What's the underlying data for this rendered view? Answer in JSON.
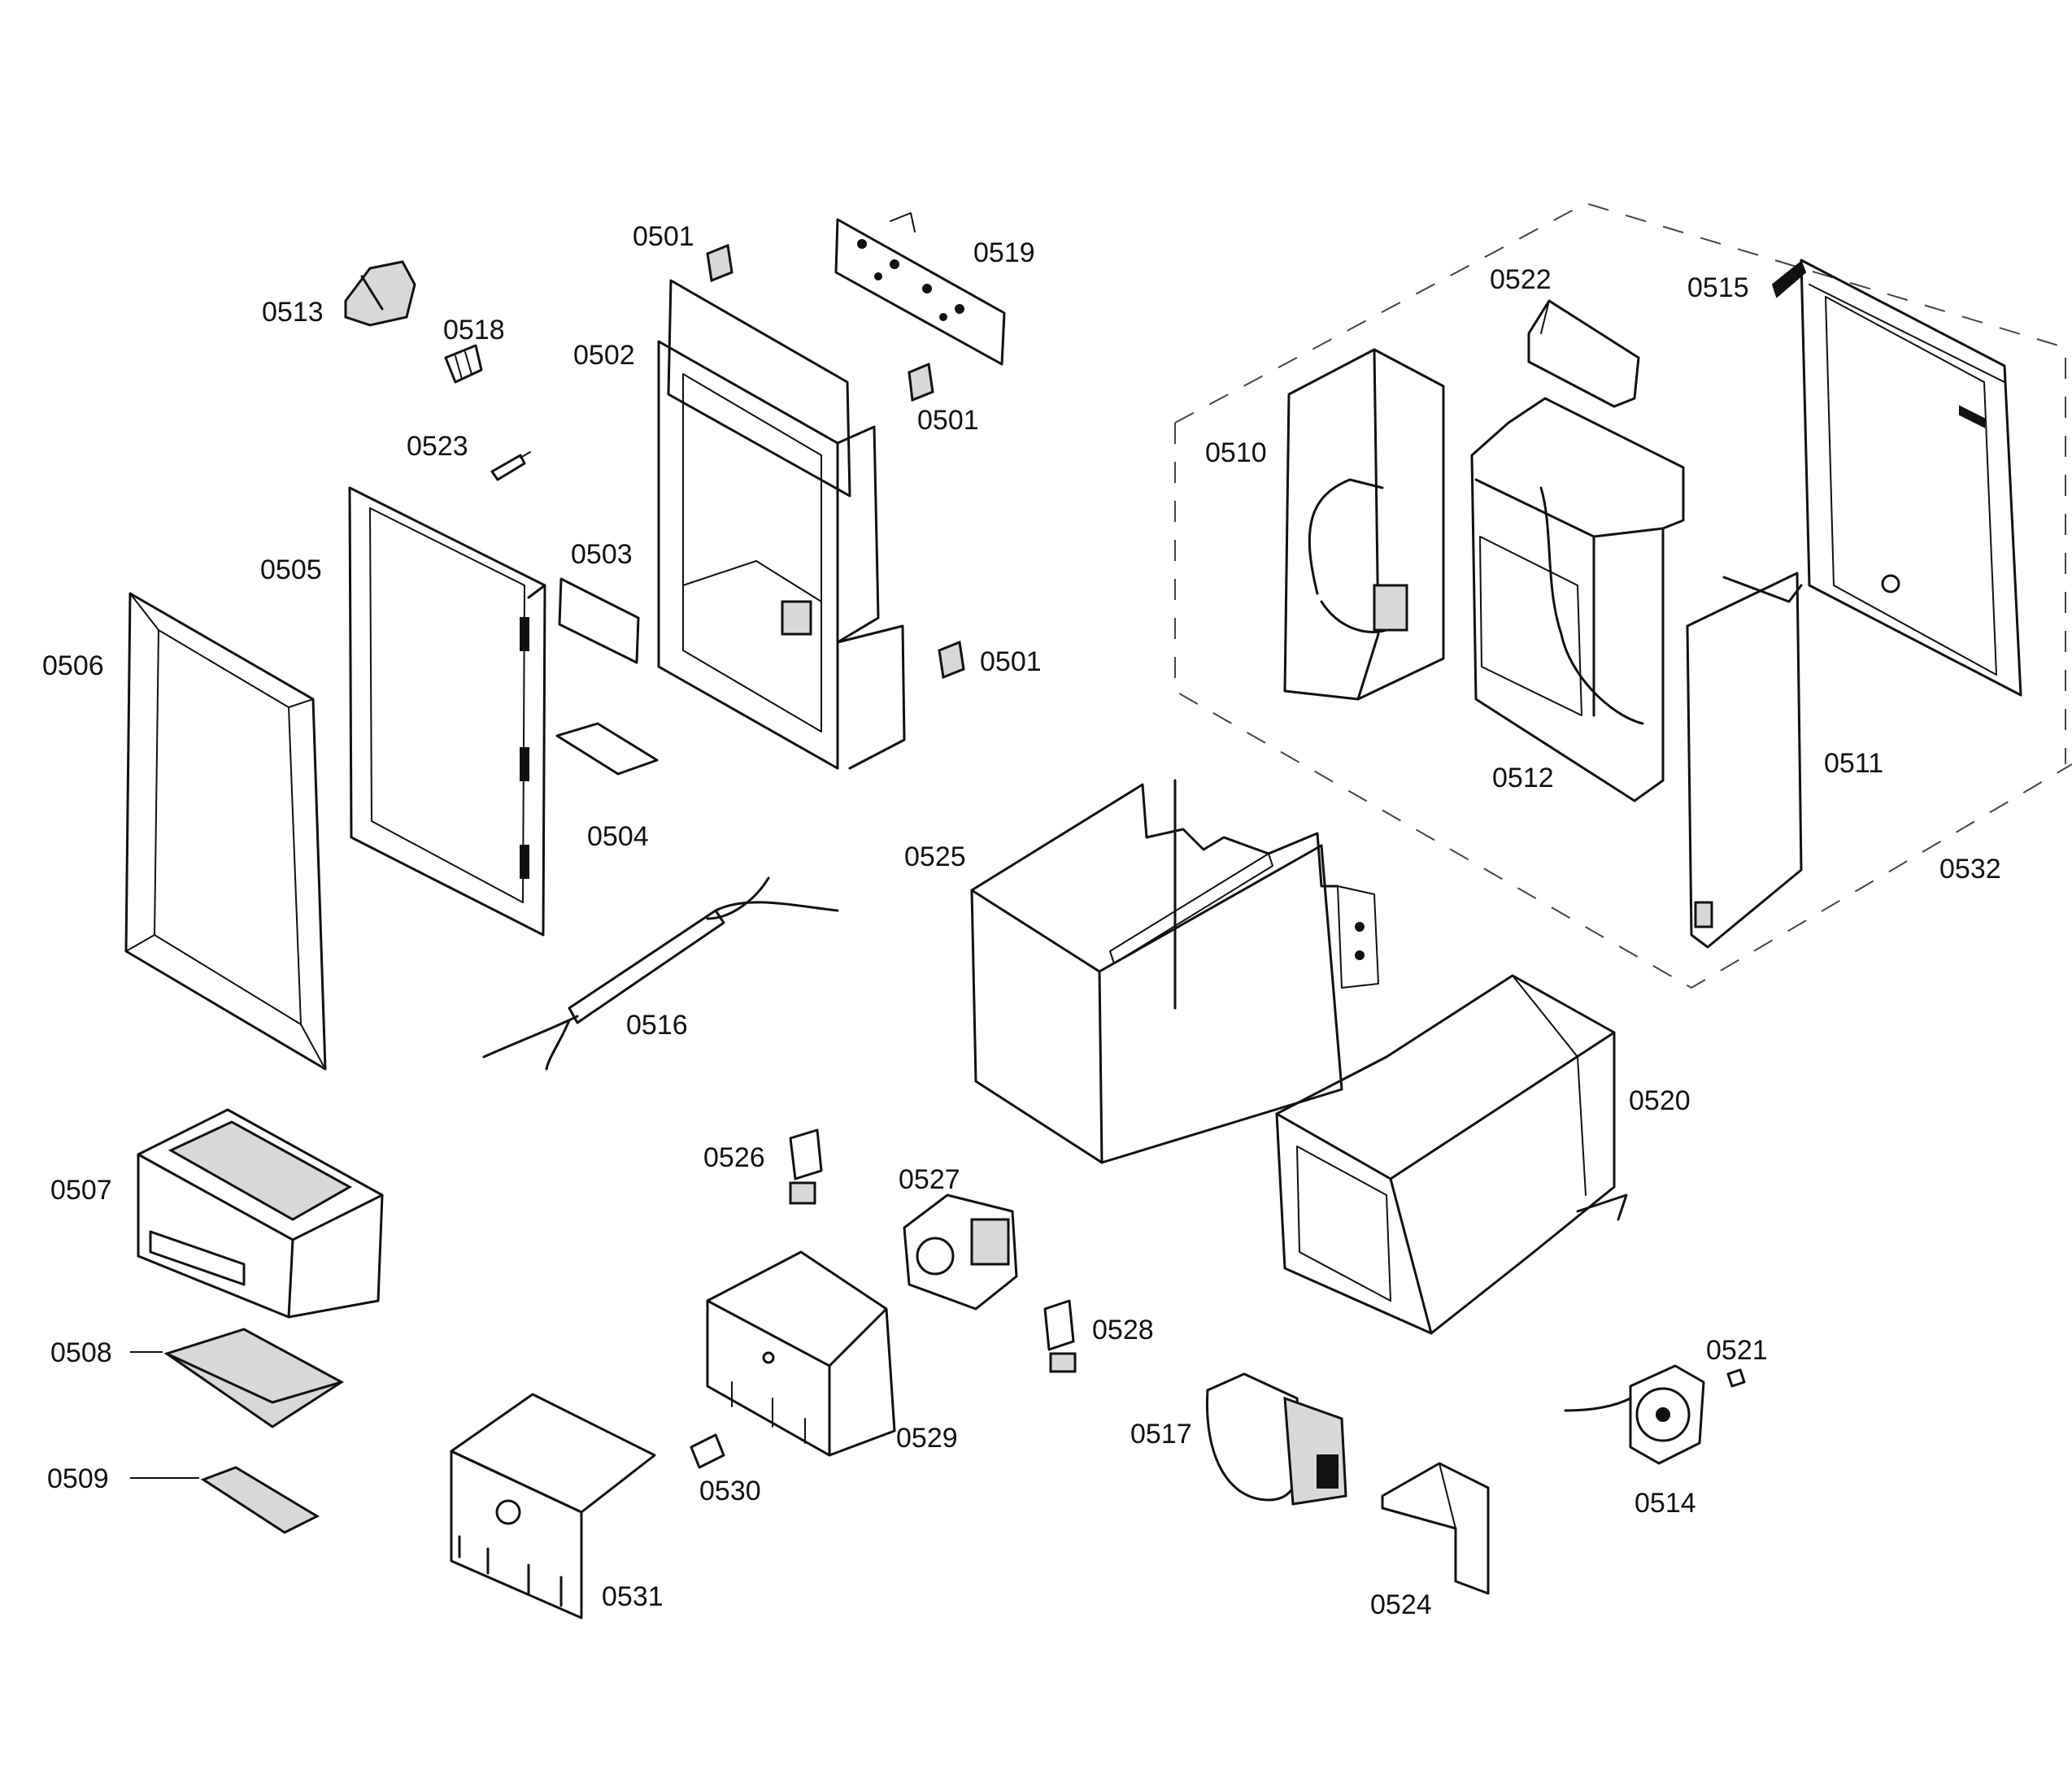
{
  "labels": {
    "p0501a": "0501",
    "p0501b": "0501",
    "p0501c": "0501",
    "p0502": "0502",
    "p0503": "0503",
    "p0504": "0504",
    "p0505": "0505",
    "p0506": "0506",
    "p0507": "0507",
    "p0508": "0508",
    "p0509": "0509",
    "p0510": "0510",
    "p0511": "0511",
    "p0512": "0512",
    "p0513": "0513",
    "p0514": "0514",
    "p0515": "0515",
    "p0516": "0516",
    "p0517": "0517",
    "p0518": "0518",
    "p0519": "0519",
    "p0520": "0520",
    "p0521": "0521",
    "p0522": "0522",
    "p0523": "0523",
    "p0524": "0524",
    "p0525": "0525",
    "p0526": "0526",
    "p0527": "0527",
    "p0528": "0528",
    "p0529": "0529",
    "p0530": "0530",
    "p0531": "0531",
    "p0532": "0532"
  },
  "colors": {
    "line": "#111111",
    "fill": "#d8d8d8",
    "background": "#ffffff"
  }
}
